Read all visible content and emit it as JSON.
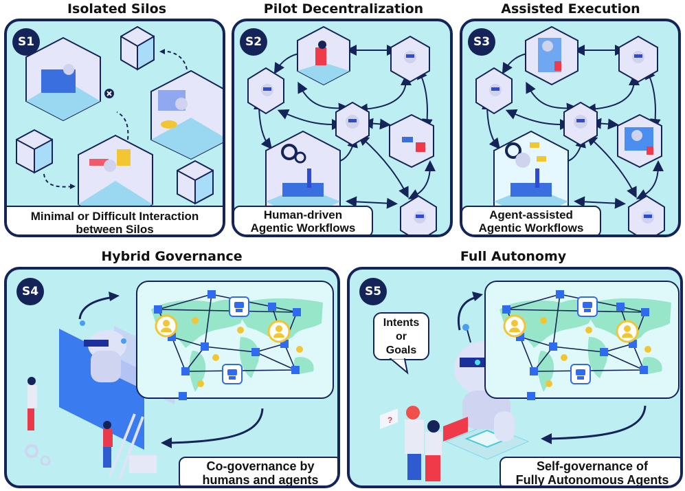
{
  "figure": {
    "stages": [
      {
        "id": "S1",
        "title": "Isolated Silos",
        "caption_line1": "Minimal or Difficult Interaction",
        "caption_line2": "between Silos"
      },
      {
        "id": "S2",
        "title": "Pilot Decentralization",
        "caption_line1": "Human-driven",
        "caption_line2": "Agentic Workflows"
      },
      {
        "id": "S3",
        "title": "Assisted Execution",
        "caption_line1": "Agent-assisted",
        "caption_line2": "Agentic Workflows"
      },
      {
        "id": "S4",
        "title": "Hybrid Governance",
        "caption_line1": "Co-governance by",
        "caption_line2": "humans and agents"
      },
      {
        "id": "S5",
        "title": "Full Autonomy",
        "caption_line1": "Self-governance of",
        "caption_line2": "Fully Autonomous Agents"
      }
    ],
    "speech_bubble": {
      "line1": "Intents",
      "line2": "or",
      "line3": "Goals"
    },
    "colors": {
      "panel_bg": "#bdeef2",
      "border": "#142459",
      "node_blue": "#2f6bf0",
      "node_yellow": "#f2c632",
      "land_green": "#7fe0b8",
      "map_bg": "#dff8fa"
    }
  }
}
